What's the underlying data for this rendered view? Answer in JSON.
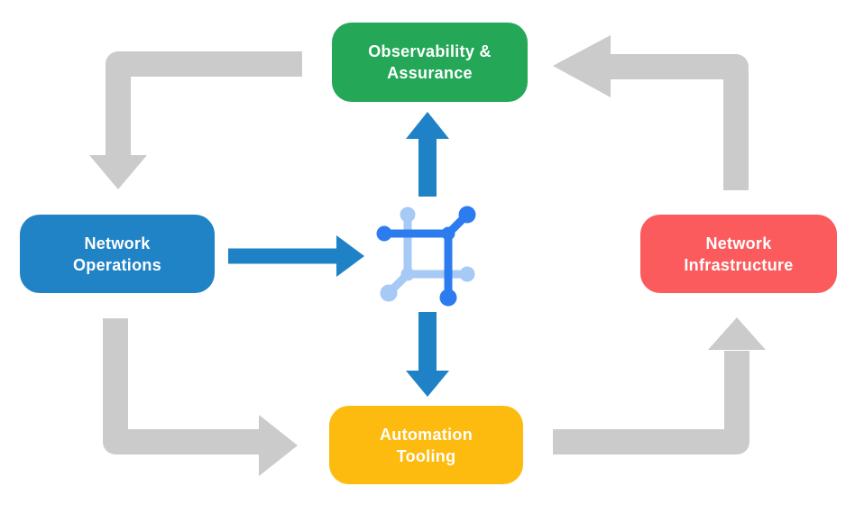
{
  "nodes": {
    "observability": {
      "line1": "Observability &",
      "line2": "Assurance",
      "color": "#24A857"
    },
    "operations": {
      "line1": "Network",
      "line2": "Operations",
      "color": "#2083C6"
    },
    "infrastructure": {
      "line1": "Network",
      "line2": "Infrastructure",
      "color": "#FB5B5C"
    },
    "automation": {
      "line1": "Automation",
      "line2": "Tooling",
      "color": "#FDBB10"
    }
  },
  "center_icon": {
    "name": "network-automation-icon"
  },
  "connections": [
    {
      "from": "observability",
      "to": "operations",
      "style": "gray-elbow-arrow"
    },
    {
      "from": "operations",
      "to": "automation",
      "style": "gray-elbow-arrow"
    },
    {
      "from": "automation",
      "to": "infrastructure",
      "style": "gray-elbow-arrow"
    },
    {
      "from": "infrastructure",
      "to": "observability",
      "style": "gray-elbow-arrow"
    },
    {
      "from": "operations",
      "to": "center-icon",
      "style": "blue-straight-arrow"
    },
    {
      "from": "center-icon",
      "to": "observability",
      "style": "blue-straight-arrow"
    },
    {
      "from": "center-icon",
      "to": "automation",
      "style": "blue-straight-arrow"
    }
  ],
  "colors": {
    "background": "#FFFFFF",
    "cycle_arrow": "#CBCBCB",
    "flow_arrow": "#1F82C7",
    "icon_dark_blue": "#2C7CEF",
    "icon_light_blue": "#A6C9F5",
    "label_text": "#FFFFFF"
  }
}
